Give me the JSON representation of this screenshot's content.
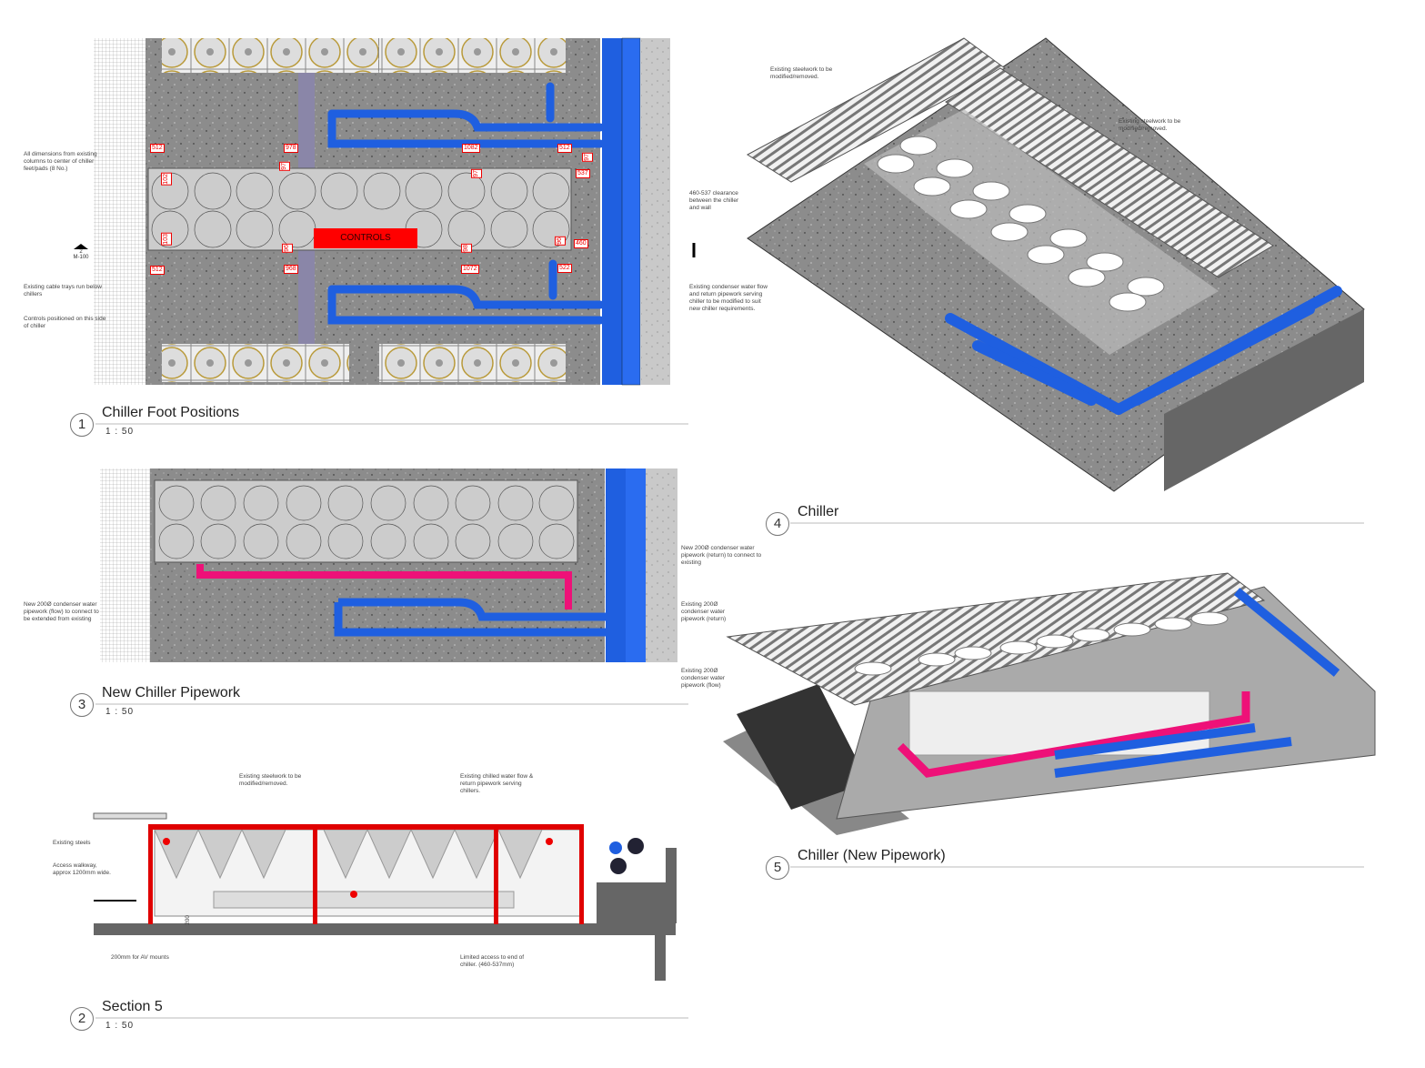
{
  "views": [
    {
      "number": "1",
      "title": "Chiller Foot Positions",
      "scale": "1 : 50"
    },
    {
      "number": "3",
      "title": "New Chiller Pipework",
      "scale": "1 : 50"
    },
    {
      "number": "2",
      "title": "Section 5",
      "scale": "1 : 50"
    },
    {
      "number": "4",
      "title": "Chiller"
    },
    {
      "number": "5",
      "title": "Chiller (New Pipework)"
    }
  ],
  "plan1": {
    "controls_label": "CONTROLS",
    "section_marker": {
      "number": "2",
      "sheet": "M-100"
    },
    "notes": {
      "dimensions": "All dimensions from existing\ncolumns to center of chiller\nfeet/pads (8 No.)",
      "cable_trays": "Existing cable trays run below\nchillers",
      "controls_side": "Controls positioned on this side\nof chiller",
      "clearance": "460-537 clearance\nbetween the chiller\nand wall",
      "condenser": "Existing condenser water flow\nand return pipework serving\nchiller to be modified to suit\nnew chiller requirements."
    },
    "dimensions": {
      "top_left_h": "512",
      "top_left_v": "102",
      "bottom_left_v": "103",
      "bottom_left_h": "512",
      "top_2_h": "978",
      "top_2_v": "97",
      "bottom_2_v": "96",
      "bottom_2_h": "968",
      "top_3_h": "1082",
      "top_3_v": "97",
      "bottom_3_v": "98",
      "bottom_3_h": "1072",
      "top_right_h": "512",
      "top_right_v": "97",
      "top_right_clear": "537",
      "bottom_right_v": "96",
      "bottom_right_h": "522",
      "bottom_right_clear": "460"
    }
  },
  "plan3": {
    "notes": {
      "new_flow": "New 200Ø condenser water\npipework (flow) to connect to\nbe extended from existing",
      "new_return": "New 200Ø condenser water\npipework (return) to connect to\nexisting",
      "existing_return": "Existing 200Ø\ncondenser water\npipework (return)",
      "existing_flow": "Existing 200Ø\ncondenser water\npipework (flow)"
    }
  },
  "section2": {
    "dim_200": "200",
    "notes": {
      "steelwork": "Existing steelwork to be\nmodified/removed.",
      "chilled_water": "Existing chilled water flow &\nreturn pipework serving\nchillers.",
      "steels": "Existing steels",
      "walkway": "Access walkway,\napprox 1200mm wide.",
      "av_mounts": "200mm for AV mounts",
      "limited_access": "Limited access to end of\nchiller. (460-537mm)"
    }
  },
  "iso4": {
    "notes": {
      "steelwork_left": "Existing steelwork to be\nmodified/removed.",
      "steelwork_right": "Existing steelwork to be\nmodified/removed."
    }
  },
  "colors": {
    "pipe_existing": "#1f5fe0",
    "pipe_new": "#ee1178",
    "steel_red": "#e00000",
    "controls": "#ff0000"
  }
}
